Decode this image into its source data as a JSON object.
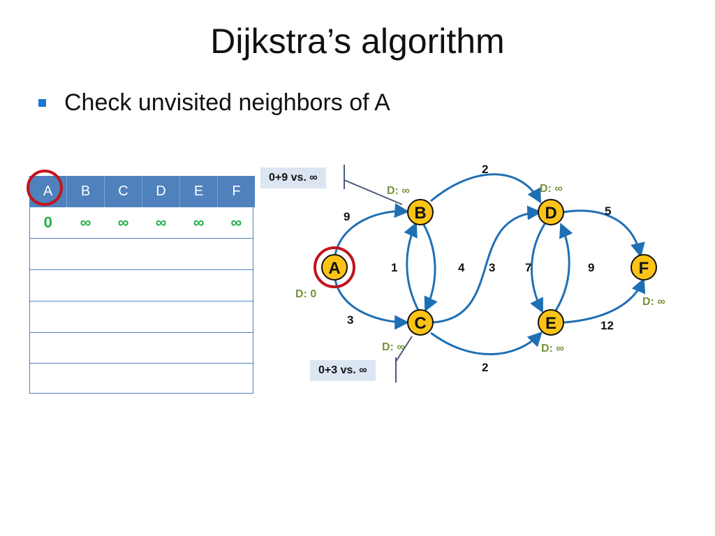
{
  "slide": {
    "title": "Dijkstra’s  algorithm",
    "bullet": "Check unvisited neighbors of A"
  },
  "table": {
    "headers": [
      "A",
      "B",
      "C",
      "D",
      "E",
      "F"
    ],
    "distances": [
      "0",
      "∞",
      "∞",
      "∞",
      "∞",
      "∞"
    ]
  },
  "graph": {
    "nodes": [
      {
        "id": "A",
        "label": "A",
        "dist": "D: 0"
      },
      {
        "id": "B",
        "label": "B",
        "dist": "D: ∞"
      },
      {
        "id": "C",
        "label": "C",
        "dist": "D: ∞"
      },
      {
        "id": "D",
        "label": "D",
        "dist": "D: ∞"
      },
      {
        "id": "E",
        "label": "E",
        "dist": "D: ∞"
      },
      {
        "id": "F",
        "label": "F",
        "dist": "D: ∞"
      }
    ],
    "edges": [
      {
        "from": "A",
        "to": "B",
        "weight": "9"
      },
      {
        "from": "A",
        "to": "C",
        "weight": "3"
      },
      {
        "from": "C",
        "to": "B",
        "weight": "1"
      },
      {
        "from": "B",
        "to": "C",
        "weight": "4"
      },
      {
        "from": "B",
        "to": "D",
        "weight": "2"
      },
      {
        "from": "C",
        "to": "D",
        "weight": "3"
      },
      {
        "from": "C",
        "to": "E",
        "weight": "2"
      },
      {
        "from": "D",
        "to": "E",
        "weight": "7"
      },
      {
        "from": "E",
        "to": "D",
        "weight": "9"
      },
      {
        "from": "D",
        "to": "F",
        "weight": "5"
      },
      {
        "from": "E",
        "to": "F",
        "weight": "12"
      }
    ],
    "callouts": {
      "b": "0+9 vs. ∞",
      "c": "0+3 vs. ∞"
    }
  },
  "colors": {
    "edge": "#1f6fb4",
    "node_fill": "#fcc316",
    "dist_label": "#76923c",
    "highlight_ring": "#c0141c",
    "table_header": "#4f81bd",
    "table_value": "#21b04b"
  }
}
